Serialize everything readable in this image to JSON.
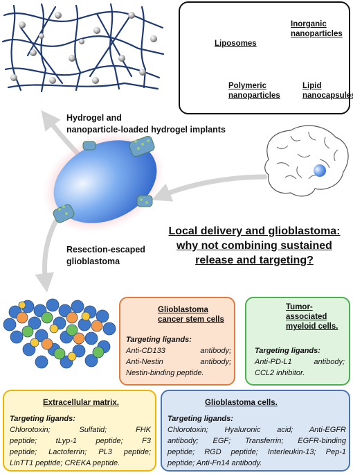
{
  "nanoparticles": {
    "liposomes": "Liposomes",
    "inorganic": [
      "Inorganic",
      "nanoparticles"
    ],
    "polymeric": [
      "Polymeric",
      "nanoparticles"
    ],
    "lipid": [
      "Lipid",
      "nanocapsules"
    ]
  },
  "labels": {
    "hydrogel": [
      "Hydrogel and",
      "nanoparticle-loaded hydrogel implants"
    ],
    "resection": [
      "Resection-escaped",
      "glioblastoma"
    ]
  },
  "title": [
    "Local delivery and glioblastoma:",
    "why not combining sustained",
    "release and targeting?"
  ],
  "cards": {
    "stem": {
      "title": [
        "Glioblastoma",
        "cancer stem cells"
      ],
      "subtitle": "Targeting ligands:",
      "lines": [
        "Anti-CD133 antibody;",
        "Anti-Nestin antibody;",
        "Nestin-binding peptide."
      ]
    },
    "myeloid": {
      "title": [
        "Tumor-",
        "associated",
        "myeloid cells."
      ],
      "subtitle": "Targeting ligands:",
      "lines": [
        "Anti-PD-L1 antibody;",
        "CCL2 inhibitor."
      ]
    },
    "ecm": {
      "title": "Extracellular matrix.",
      "subtitle": "Targeting ligands:",
      "lines": [
        "Chlorotoxin; Sulfatid; FHK",
        "peptide; tLyp-1 peptide; F3",
        "peptide; Lactoferrin; PL3 peptide;",
        "LinTT1 peptide; CREKA peptide."
      ]
    },
    "gbm": {
      "title": "Glioblastoma cells.",
      "subtitle": "Targeting ligands:",
      "lines": [
        "Chlorotoxin; Hyaluronic acid; Anti-EGFR",
        "antibody; EGF; Transferrin; EGFR-binding",
        "peptide; RGD peptide; Interleukin-13; Pep-1",
        "peptide; Anti-Fn14 antibody."
      ]
    }
  },
  "colors": {
    "hydrogel_mesh": "#1f3a73",
    "arrow": "#d4d4d4",
    "tumor_blue": "#3e7fd9",
    "stem_card_bg": "#fbe3d0",
    "stem_card_border": "#e27a3e",
    "myeloid_card_bg": "#dff3df",
    "myeloid_card_border": "#4caf50",
    "ecm_card_bg": "#fff6cf",
    "ecm_card_border": "#f0b400",
    "gbm_card_bg": "#dbe6f4",
    "gbm_card_border": "#4a74b4"
  }
}
